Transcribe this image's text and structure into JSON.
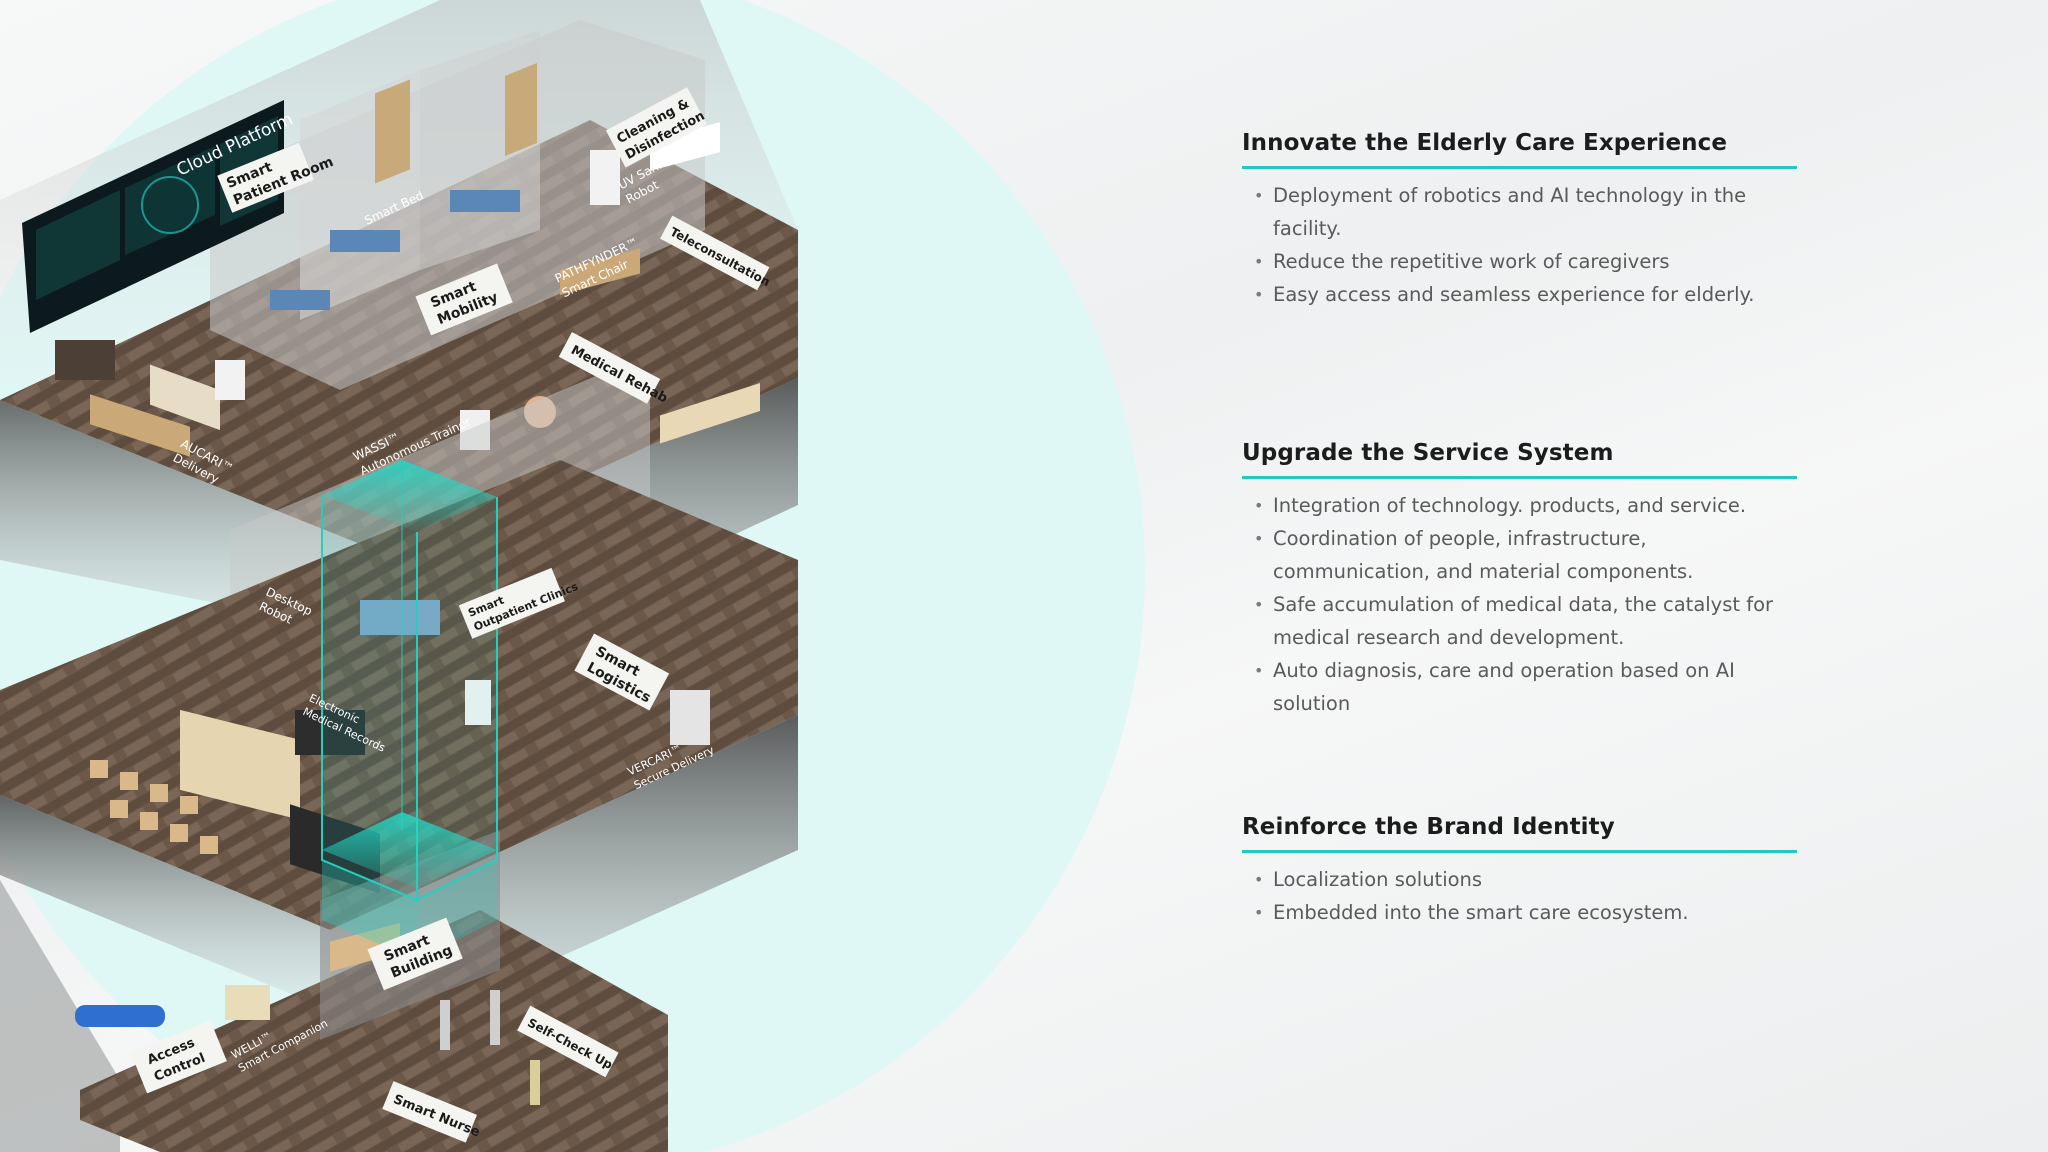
{
  "scene": {
    "labels": {
      "cloud_platform": "Cloud Platform",
      "smart_patient_room_1": "Smart",
      "smart_patient_room_2": "Patient Room",
      "smart_bed": "Smart Bed",
      "cleaning_1": "Cleaning &",
      "cleaning_2": "Disinfection",
      "uv_robot_1": "UV Sanitizing",
      "uv_robot_2": "Robot",
      "teleconsultation": "Teleconsultation",
      "smart_mobility_1": "Smart",
      "smart_mobility_2": "Mobility",
      "pathfynder_1": "PATHFYNDER™",
      "pathfynder_2": "Smart Chair",
      "medical_rehab": "Medical Rehab",
      "wassi_1": "WASSI™",
      "wassi_2": "Autonomous Trainer",
      "aucari_1": "AUCARI™",
      "aucari_2": "Delivery",
      "desktop_robot_1": "Desktop",
      "desktop_robot_2": "Robot",
      "outpatient_1": "Smart",
      "outpatient_2": "Outpatient Clinics",
      "emr_1": "Electronic",
      "emr_2": "Medical Records",
      "logistics_1": "Smart",
      "logistics_2": "Logistics",
      "vercari_1": "VERCARI™",
      "vercari_2": "Secure Delivery",
      "smart_building_1": "Smart",
      "smart_building_2": "Building",
      "access_1": "Access",
      "access_2": "Control",
      "welli_1": "WELLI™",
      "welli_2": "Smart Companion",
      "self_check": "Self-Check Up",
      "smart_nurse": "Smart Nurse"
    }
  },
  "sections": [
    {
      "title": "Innovate the Elderly Care Experience",
      "bullets": [
        "Deployment of robotics and AI technology in the facility.",
        "Reduce the repetitive work of caregivers",
        "Easy access and seamless experience for elderly."
      ]
    },
    {
      "title": "Upgrade the Service System",
      "bullets": [
        "Integration of technology. products, and service.",
        "Coordination of people, infrastructure, communication, and material components.",
        "Safe accumulation of medical data, the catalyst for medical research and development.",
        "Auto diagnosis, care and operation based on AI solution"
      ]
    },
    {
      "title": "Reinforce the Brand Identity",
      "bullets": [
        "Localization solutions",
        "Embedded into the smart care ecosystem."
      ]
    }
  ],
  "colors": {
    "accent": "#22c9c0",
    "circle": "#dff8f6",
    "floor": "#6e5a4c"
  }
}
